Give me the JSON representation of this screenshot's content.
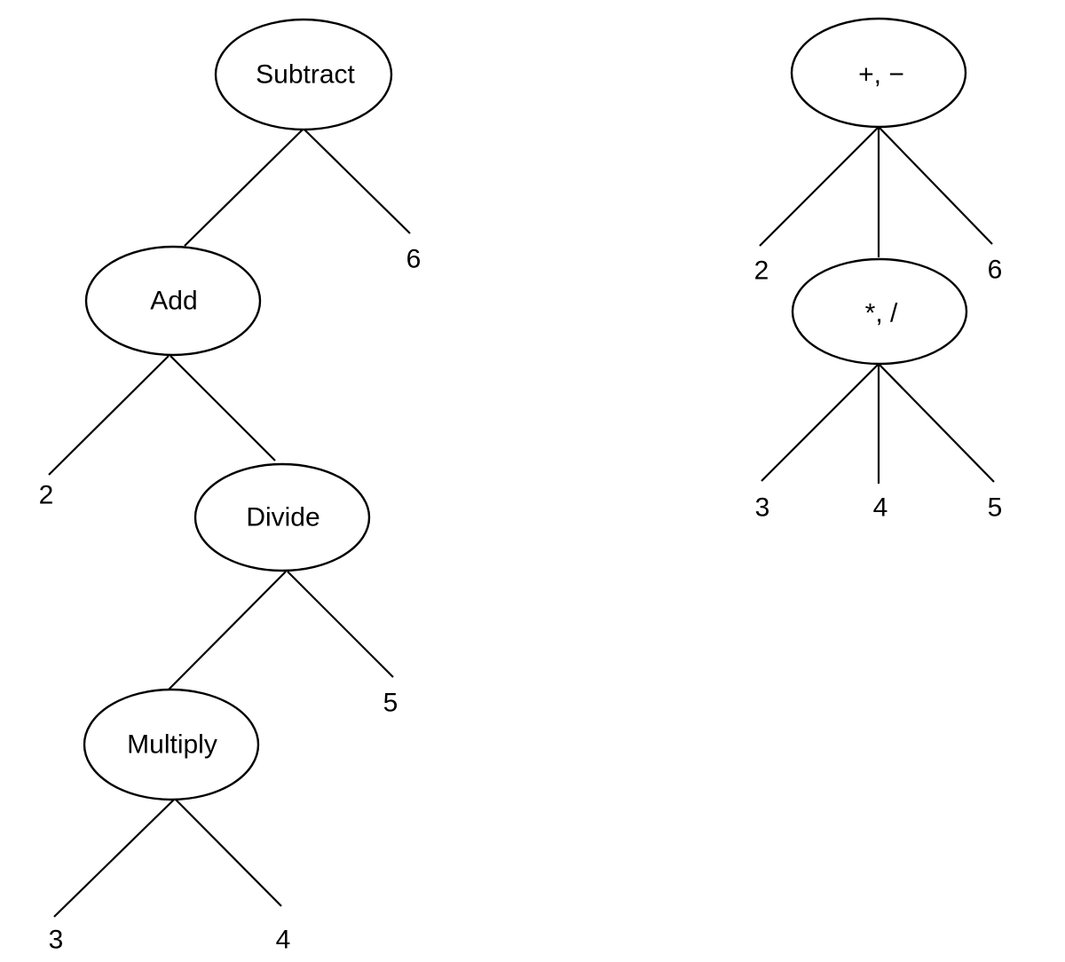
{
  "colors": {
    "background": "#ffffff",
    "stroke": "#000000",
    "text": "#000000"
  },
  "left_tree": {
    "node_labels": {
      "subtract": "Subtract",
      "add": "Add",
      "divide": "Divide",
      "multiply": "Multiply"
    },
    "leaf_labels": {
      "two": "2",
      "three": "3",
      "four": "4",
      "five": "5",
      "six": "6"
    },
    "edges": [
      [
        "Subtract",
        "Add"
      ],
      [
        "Subtract",
        "6"
      ],
      [
        "Add",
        "2"
      ],
      [
        "Add",
        "Divide"
      ],
      [
        "Divide",
        "Multiply"
      ],
      [
        "Divide",
        "5"
      ],
      [
        "Multiply",
        "3"
      ],
      [
        "Multiply",
        "4"
      ]
    ]
  },
  "right_tree": {
    "node_labels": {
      "add_subtract": "+, −",
      "multiply_divide": "*, /"
    },
    "leaf_labels": {
      "two": "2",
      "three": "3",
      "four": "4",
      "five": "5",
      "six": "6"
    },
    "edges": [
      [
        "+, −",
        "2"
      ],
      [
        "+, −",
        "*, /"
      ],
      [
        "+, −",
        "6"
      ],
      [
        "*, /",
        "3"
      ],
      [
        "*, /",
        "4"
      ],
      [
        "*, /",
        "5"
      ]
    ]
  }
}
